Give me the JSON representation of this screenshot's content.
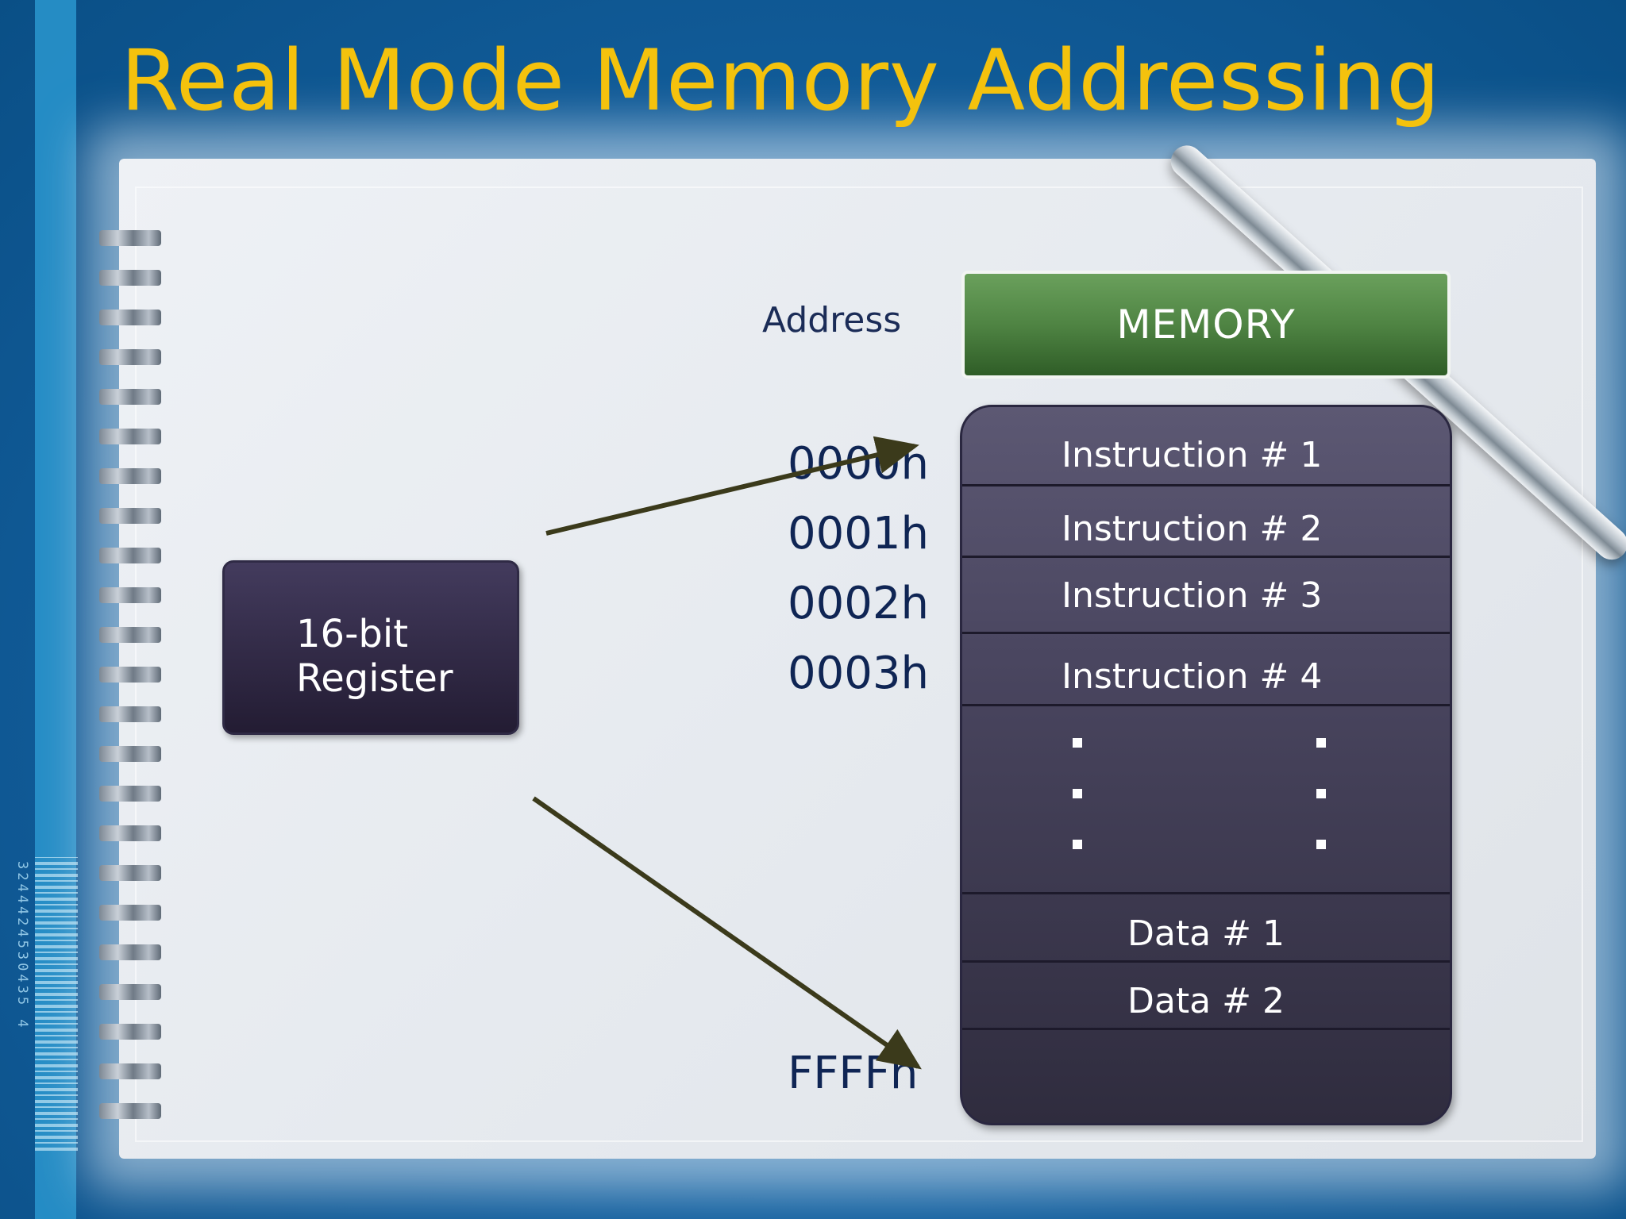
{
  "slide": {
    "title": "Real Mode Memory Addressing",
    "barcode_digits": "3244424530435 4"
  },
  "register": {
    "line1": "16-bit",
    "line2": "Register"
  },
  "address": {
    "header": "Address",
    "labels": [
      "0000h",
      "0001h",
      "0002h",
      "0003h"
    ],
    "last": "FFFFh"
  },
  "memory": {
    "header": "MEMORY",
    "instructions": [
      "Instruction # 1",
      "Instruction # 2",
      "Instruction # 3",
      "Instruction # 4"
    ],
    "data": [
      "Data # 1",
      "Data # 2"
    ]
  },
  "colors": {
    "title": "#f4c20d",
    "background": "#0a4f86",
    "memory_header": "#4f8443",
    "memory_body": "#4a4660",
    "register": "#2f2842",
    "arrow": "#3b3a1b"
  }
}
